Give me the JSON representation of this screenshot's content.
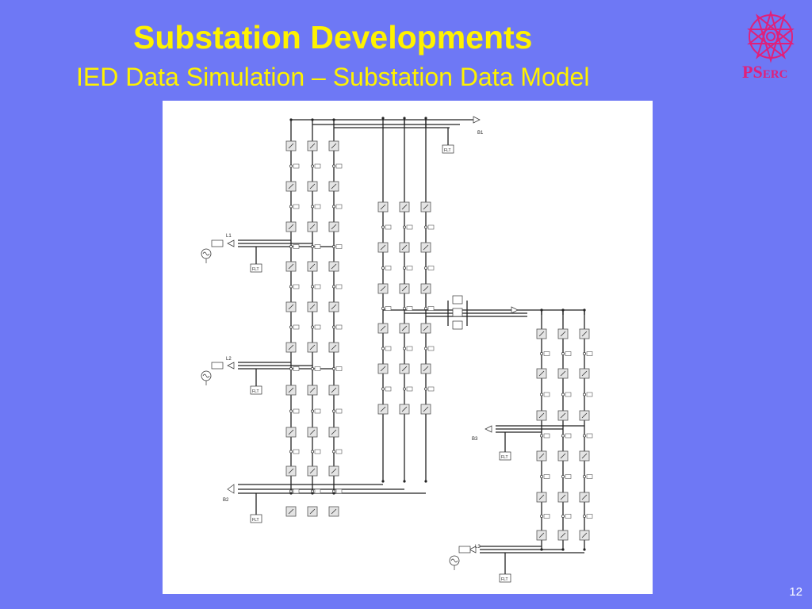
{
  "slide": {
    "title": "Substation Developments",
    "subtitle": "IED Data Simulation – Substation Data Model",
    "number": "12"
  },
  "logo": {
    "text_main": "PS",
    "text_suffix": "ERC",
    "color": "#e0207a"
  },
  "colors": {
    "background": "#6e78f5",
    "title": "#fff200"
  },
  "diagram": {
    "labels": {
      "bus1": "B1",
      "bus2": "B2",
      "bus3": "B3",
      "line1": "L1",
      "line2": "L2",
      "line3": "L3",
      "flt": "FLT"
    }
  }
}
